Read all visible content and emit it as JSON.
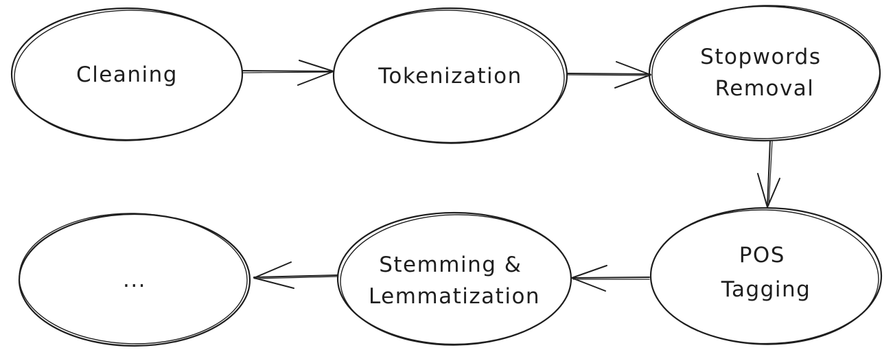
{
  "diagram": {
    "type": "flowchart",
    "style": "hand-drawn",
    "stroke_color": "#1e1e1e",
    "background": "#ffffff",
    "nodes": [
      {
        "id": "cleaning",
        "shape": "ellipse",
        "lines": [
          "Cleaning"
        ]
      },
      {
        "id": "tokenization",
        "shape": "ellipse",
        "lines": [
          "Tokenization"
        ]
      },
      {
        "id": "stopwords",
        "shape": "ellipse",
        "lines": [
          "Stopwords",
          "Removal"
        ]
      },
      {
        "id": "pos",
        "shape": "ellipse",
        "lines": [
          "POS",
          "Tagging"
        ]
      },
      {
        "id": "stemming",
        "shape": "ellipse",
        "lines": [
          "Stemming &",
          "Lemmatization"
        ]
      },
      {
        "id": "more",
        "shape": "ellipse",
        "lines": [
          "..."
        ]
      }
    ],
    "edges": [
      {
        "from": "cleaning",
        "to": "tokenization"
      },
      {
        "from": "tokenization",
        "to": "stopwords"
      },
      {
        "from": "stopwords",
        "to": "pos"
      },
      {
        "from": "pos",
        "to": "stemming"
      },
      {
        "from": "stemming",
        "to": "more"
      }
    ]
  }
}
